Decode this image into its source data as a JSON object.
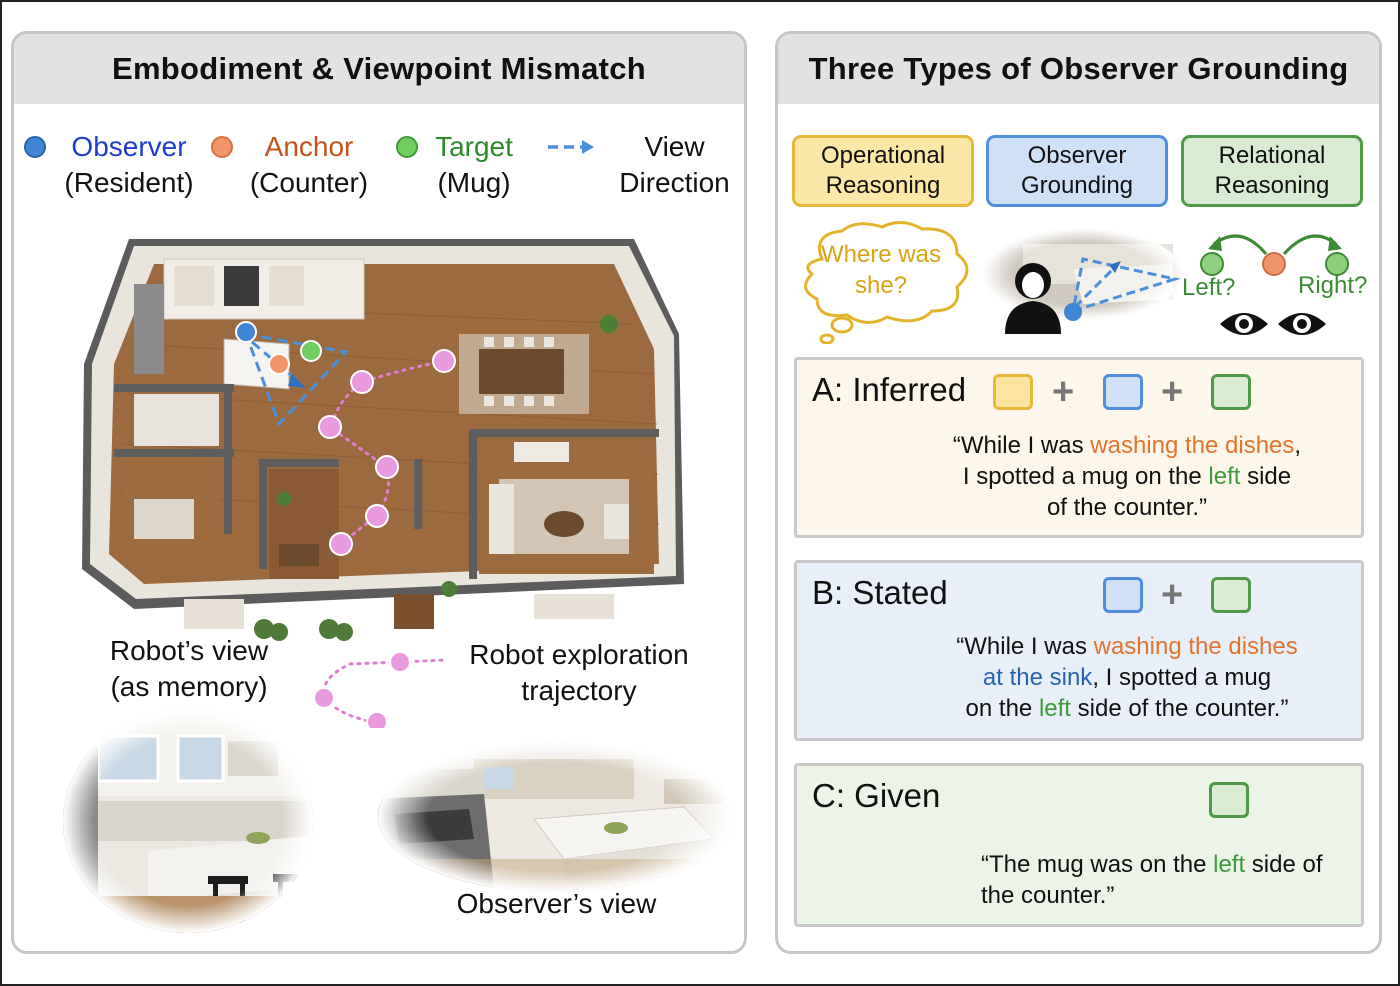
{
  "left_panel": {
    "title": "Embodiment & Viewpoint Mismatch",
    "legend": [
      {
        "name": "Observer",
        "sub": "(Resident)",
        "color": "#3f86d6"
      },
      {
        "name": "Anchor",
        "sub": "(Counter)",
        "color": "#f0956a"
      },
      {
        "name": "Target",
        "sub": "(Mug)",
        "color": "#5fbf5a"
      },
      {
        "name": "View",
        "sub": "Direction",
        "color": "#4a8fd9"
      }
    ],
    "robot_view_caption_1": "Robot’s view",
    "robot_view_caption_2": "(as memory)",
    "trajectory_caption_1": "Robot exploration",
    "trajectory_caption_2": "trajectory",
    "observer_view_caption": "Observer’s view"
  },
  "right_panel": {
    "title": "Three Types of Observer Grounding",
    "types": [
      {
        "line1": "Operational",
        "line2": "Reasoning",
        "border": "#e7b93a",
        "fill": "#fbe7a6"
      },
      {
        "line1": "Observer",
        "line2": "Grounding",
        "border": "#4f8fdb",
        "fill": "#cfe0f7"
      },
      {
        "line1": "Relational",
        "line2": "Reasoning",
        "border": "#4f9a47",
        "fill": "#d9ecd3"
      }
    ],
    "thought_bubble_1": "Where was",
    "thought_bubble_2": "she?",
    "left_q": "Left?",
    "right_q": "Right?",
    "cards": [
      {
        "title": "A: Inferred",
        "quote": [
          [
            "“While I was ",
            "washing the dishes",
            ","
          ],
          [
            "I spotted a mug on the ",
            "left",
            " side"
          ],
          [
            "of the counter.”"
          ]
        ]
      },
      {
        "title": "B: Stated",
        "quote": [
          [
            "“While I was ",
            "washing the dishes"
          ],
          [
            "at the sink",
            ", I spotted a mug"
          ],
          [
            "on the ",
            "left",
            " side of the counter.”"
          ]
        ]
      },
      {
        "title": "C: Given",
        "quote": [
          [
            "“The mug was on the ",
            "left",
            " side of"
          ],
          [
            "the counter.”"
          ]
        ]
      }
    ]
  }
}
